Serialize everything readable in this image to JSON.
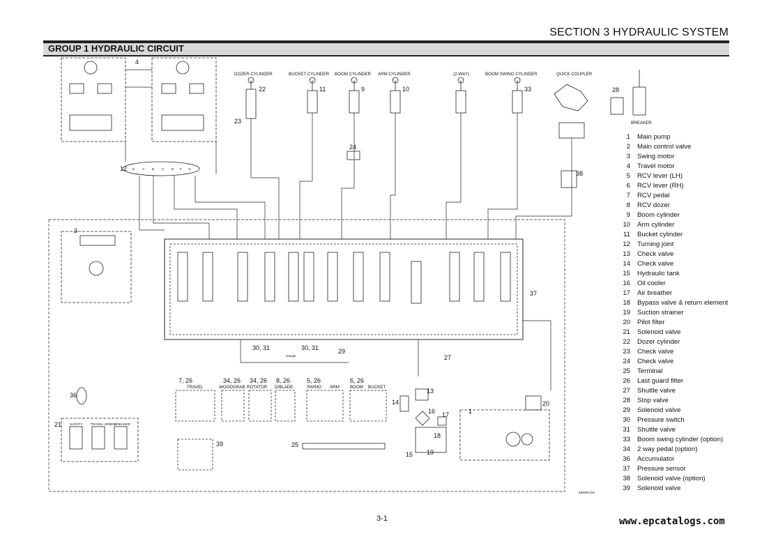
{
  "header": {
    "section_title": "SECTION 3 HYDRAULIC SYSTEM",
    "group_title": "GROUP 1 HYDRAULIC CIRCUIT"
  },
  "diagram": {
    "cylinders": [
      {
        "label": "DOZER CYLINDER",
        "num": "22"
      },
      {
        "label": "BUCKET CYLINDER",
        "num": "11"
      },
      {
        "label": "BOOM CYLINDER",
        "num": "9"
      },
      {
        "label": "ARM CYLINDER",
        "num": "10"
      },
      {
        "label": "(2-WAY)",
        "num": ""
      },
      {
        "label": "BOOM SWING CYLINDER",
        "num": "33"
      }
    ],
    "quick_coupler": "QUICK COUPLER",
    "breaker": "BREAKER",
    "breaker_num": "28",
    "turning_joint_num": "12",
    "turning_joint_ports": [
      "E",
      "A",
      "B",
      "C",
      "D",
      "F",
      "G"
    ],
    "pump_top_num": "4",
    "swing_num": "3",
    "check_num": "24",
    "shuttle_num": "37",
    "solenoid_opt_num": "38",
    "dozer_check_num": "23",
    "filter_num": "27",
    "gauge_label": "Gauge",
    "gauge_nums": [
      "30, 31",
      "30, 31"
    ],
    "pressure_num": "29",
    "control_labels": [
      {
        "num": "7, 26",
        "label": "TRAVEL"
      },
      {
        "num": "34, 26",
        "label": "WOODGRAB"
      },
      {
        "num": "34, 26",
        "label": "ROTATOR"
      },
      {
        "num": "8, 26",
        "label": "D/BLADE"
      },
      {
        "num": "5, 26",
        "label": "SWING"
      },
      {
        "num": "",
        "label": "ARM"
      },
      {
        "num": "6, 26",
        "label": "BOOM"
      },
      {
        "num": "",
        "label": "BUCKET"
      }
    ],
    "bottom_nums": {
      "accumulator": "36",
      "solenoid_block": "21",
      "solenoid_39": "39",
      "terminal": "25",
      "tank": "15",
      "strainer": "19",
      "oil_cooler": "16",
      "bypass": "18",
      "air_breather": "14",
      "check_13": "13",
      "pilot_filter": "17",
      "main_pump": "1",
      "filter_20": "20"
    },
    "solenoid_block_labels": [
      "SAFETY",
      "TRAVEL SPEED",
      "BREAKER"
    ],
    "drawing_code": "55Z9HC01"
  },
  "legend": [
    {
      "n": "1",
      "t": "Main pump"
    },
    {
      "n": "2",
      "t": "Main control valve"
    },
    {
      "n": "3",
      "t": "Swing motor"
    },
    {
      "n": "4",
      "t": "Travel motor"
    },
    {
      "n": "5",
      "t": "RCV lever (LH)"
    },
    {
      "n": "6",
      "t": "RCV lever (RH)"
    },
    {
      "n": "7",
      "t": "RCV pedal"
    },
    {
      "n": "8",
      "t": "RCV dozer"
    },
    {
      "n": "9",
      "t": "Boom cylinder"
    },
    {
      "n": "10",
      "t": "Arm cylinder"
    },
    {
      "n": "11",
      "t": "Bucket cylinder"
    },
    {
      "n": "12",
      "t": "Turning joint"
    },
    {
      "n": "13",
      "t": "Check valve"
    },
    {
      "n": "14",
      "t": "Check valve"
    },
    {
      "n": "15",
      "t": "Hydraulic tank"
    },
    {
      "n": "16",
      "t": "Oil cooler"
    },
    {
      "n": "17",
      "t": "Air breather"
    },
    {
      "n": "18",
      "t": "Bypass valve & return element"
    },
    {
      "n": "19",
      "t": "Suction strainer"
    },
    {
      "n": "20",
      "t": "Pilot filter"
    },
    {
      "n": "21",
      "t": "Solenoid valve"
    },
    {
      "n": "22",
      "t": "Dozer cylinder"
    },
    {
      "n": "23",
      "t": "Check valve"
    },
    {
      "n": "24",
      "t": "Check valve"
    },
    {
      "n": "25",
      "t": "Terminal"
    },
    {
      "n": "26",
      "t": "Last guard filter"
    },
    {
      "n": "27",
      "t": "Shuttle valve"
    },
    {
      "n": "28",
      "t": "Stop valve"
    },
    {
      "n": "29",
      "t": "Solenoid valve"
    },
    {
      "n": "30",
      "t": "Pressure switch"
    },
    {
      "n": "31",
      "t": "Shuttle valve"
    },
    {
      "n": "33",
      "t": "Boom swing cylinder (option)"
    },
    {
      "n": "34",
      "t": "2 way pedal (option)"
    },
    {
      "n": "36",
      "t": "Accumulator"
    },
    {
      "n": "37",
      "t": "Pressure sensor"
    },
    {
      "n": "38",
      "t": "Solenoid valve (option)"
    },
    {
      "n": "39",
      "t": "Solenoid valve"
    }
  ],
  "footer": {
    "page_number": "3-1",
    "watermark": "www.epcatalogs.com"
  }
}
